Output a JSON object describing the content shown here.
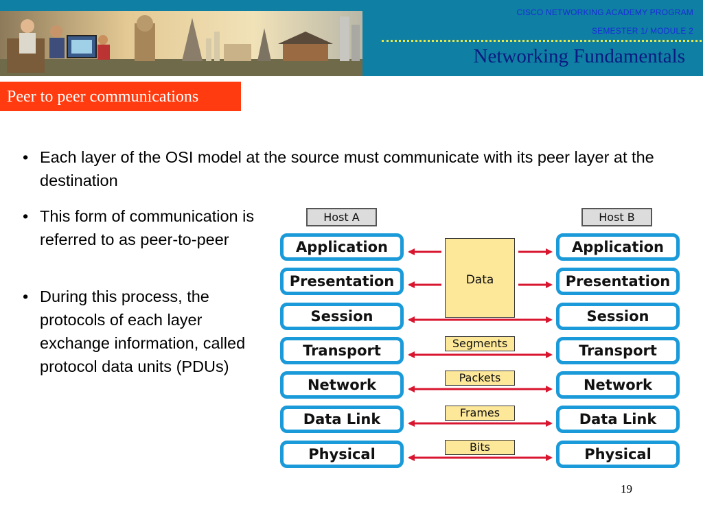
{
  "header": {
    "program": "CISCO NETWORKING ACADEMY PROGRAM",
    "semester": "SEMESTER 1/ MODULE 2",
    "course_title": "Networking Fundamentals",
    "colors": {
      "banner": "#0f7fa3",
      "program_text": "#1a2bdc",
      "title_text": "#0a1a80",
      "dots": "#e8e84a"
    }
  },
  "section_title": "Peer to peer communications",
  "bullets": [
    "Each layer of the OSI model at the source must communicate with its peer layer at the destination",
    "This form of communication is referred to as peer-to-peer",
    "During this process, the protocols of each layer exchange information, called protocol data units (PDUs)"
  ],
  "diagram": {
    "host_a": "Host A",
    "host_b": "Host B",
    "layers": [
      "Application",
      "Presentation",
      "Session",
      "Transport",
      "Network",
      "Data Link",
      "Physical"
    ],
    "data_label": "Data",
    "pdus": [
      "Segments",
      "Packets",
      "Frames",
      "Bits"
    ],
    "colors": {
      "layer_border": "#1a9ad9",
      "pdu_fill": "#fde89a",
      "arrow": "#d9162f"
    }
  },
  "page_number": "19"
}
